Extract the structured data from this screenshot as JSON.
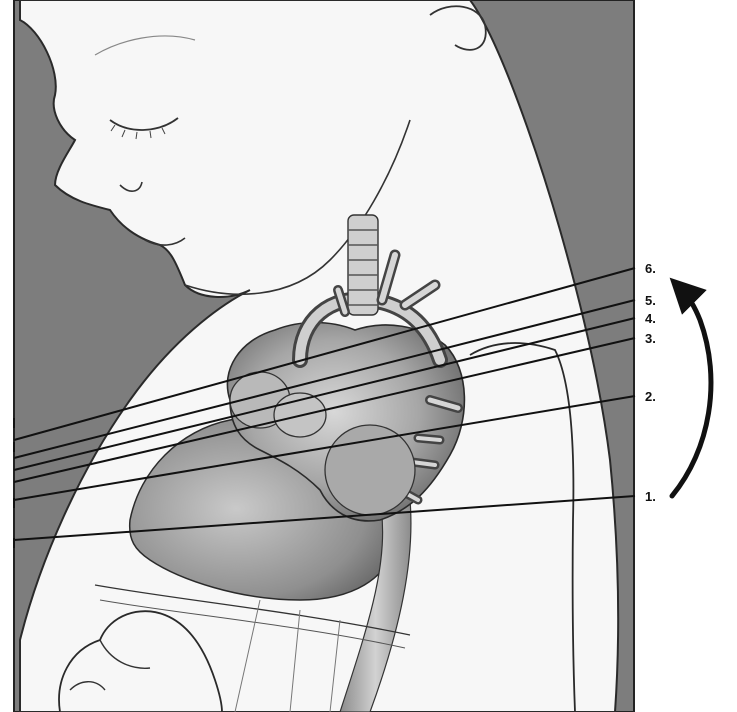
{
  "labels": [
    {
      "id": "1",
      "text": "1."
    },
    {
      "id": "2",
      "text": "2."
    },
    {
      "id": "3",
      "text": "3."
    },
    {
      "id": "4",
      "text": "4."
    },
    {
      "id": "5",
      "text": "5."
    },
    {
      "id": "6",
      "text": "6."
    }
  ],
  "colors": {
    "background": "#7a7a7a",
    "skin": "#f6f6f6",
    "outline": "#2a2a2a",
    "heart_shade": "#9a9a9a",
    "lung_shade": "#8a8a8a",
    "leader_line": "#111111"
  },
  "arrow": {
    "direction": "up",
    "icon": "curved-arrow-icon"
  }
}
